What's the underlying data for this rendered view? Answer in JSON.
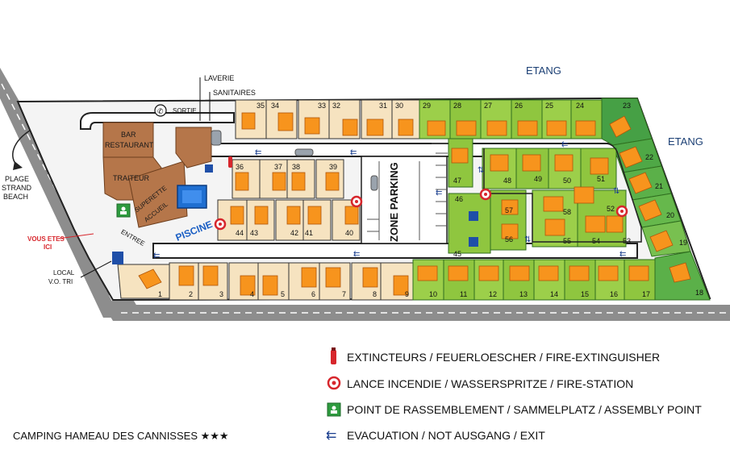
{
  "labels": {
    "etang_top": "ETANG",
    "etang_right": "ETANG",
    "laverie": "LAVERIE",
    "sanitaires": "SANITAIRES",
    "sortie": "SORTIE",
    "plage_1": "PLAGE",
    "plage_2": "STRAND",
    "plage_3": "BEACH",
    "bar_1": "BAR",
    "bar_2": "RESTAURANT",
    "traiteur": "TRAITEUR",
    "superette_1": "SUPERETTE",
    "superette_2": "ACCUEIL",
    "piscine": "PISCINE",
    "zone_parking": "ZONE PARKING",
    "vous_etes_1": "VOUS ETES",
    "vous_etes_2": "ICI",
    "entree": "ENTREE",
    "local_1": "LOCAL",
    "local_2": "V.O. TRI",
    "camping_name": "CAMPING HAMEAU DES CANNISSES ★★★"
  },
  "legend": {
    "extincteurs": "EXTINCTEURS / FEUERLOESCHER / FIRE-EXTINGUISHER",
    "lance": "LANCE INCENDIE / WASSERSPRITZE / FIRE-STATION",
    "point": "POINT DE RASSEMBLEMENT / SAMMELPLATZ / ASSEMBLY POINT",
    "evacuation": "EVACUATION / NOT AUSGANG / EXIT"
  },
  "colors": {
    "road": "#8d8d8d",
    "lot": "#f6e3c0",
    "green_lot": "#8fc63f",
    "green_dark": "#46a045",
    "building": "#b5764a",
    "chalet": "#f7941d",
    "pool": "#1f6fd1",
    "etang_text": "#1b3f74"
  },
  "pitches": {
    "top_row": [
      "35",
      "34",
      "33",
      "32",
      "31",
      "30",
      "29",
      "28",
      "27",
      "26",
      "25",
      "24",
      "23"
    ],
    "upper_middle": [
      "36",
      "37",
      "38",
      "39"
    ],
    "lower_middle": [
      "44",
      "43",
      "42",
      "41",
      "40"
    ],
    "bottom_row": [
      "1",
      "2",
      "3",
      "4",
      "5",
      "6",
      "7",
      "8",
      "9",
      "10",
      "11",
      "12",
      "13",
      "14",
      "15",
      "16",
      "17",
      "18"
    ],
    "right_column": [
      "22",
      "21",
      "20",
      "19"
    ],
    "east_block": [
      "47",
      "48",
      "49",
      "50",
      "51",
      "52",
      "53",
      "54",
      "55",
      "58",
      "57",
      "56",
      "46",
      "45"
    ]
  }
}
